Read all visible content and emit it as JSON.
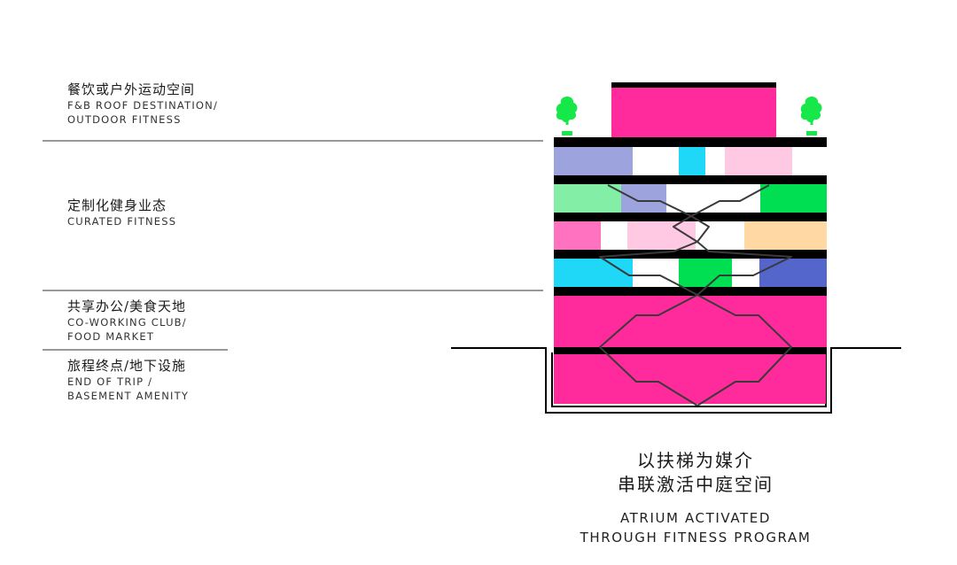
{
  "labels": [
    {
      "cn": "餐饮或户外运动空间",
      "en": "F&B ROOF DESTINATION/\nOUTDOOR FITNESS"
    },
    {
      "cn": "定制化健身业态",
      "en": "CURATED FITNESS"
    },
    {
      "cn": "共享办公/美食天地",
      "en": "CO-WORKING CLUB/\nFOOD MARKET"
    },
    {
      "cn": "旅程终点/地下设施",
      "en": "END OF TRIP /\nBASEMENT AMENITY"
    }
  ],
  "caption": {
    "cn": "以扶梯为媒介\n串联激活中庭空间",
    "en": "ATRIUM ACTIVATED\nTHROUGH FITNESS PROGRAM"
  },
  "colors": {
    "magenta": "#ff2b9c",
    "lavender": "#9da3dd",
    "cyan": "#1fd8f8",
    "light_pink": "#ffc8e3",
    "mint": "#82eea6",
    "green": "#00df52",
    "pink": "#ff72bf",
    "peach": "#ffd8a4",
    "blue": "#5466cc",
    "tree_green": "#17e84a",
    "slab": "#000000",
    "escalator": "#3a3a3a"
  },
  "icons": [
    "tree-icon",
    "tree-icon"
  ]
}
